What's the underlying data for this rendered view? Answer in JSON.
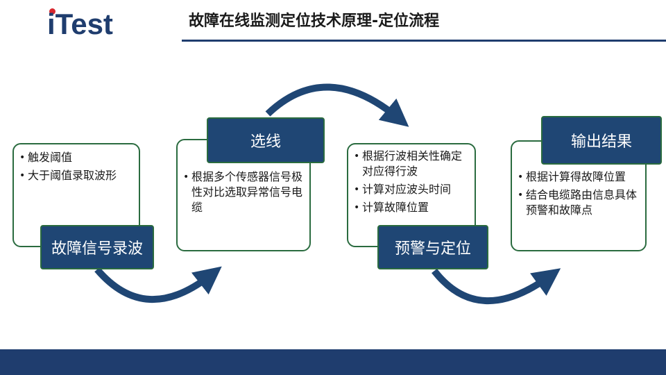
{
  "header": {
    "logo": "iTest",
    "title": "故障在线监测定位技术原理-定位流程"
  },
  "colors": {
    "brand_navy": "#1f4674",
    "logo_dot": "#d8272e",
    "card_border": "#2a6b3f",
    "footer": "#1f3d6e"
  },
  "steps": [
    {
      "label": "故障信号录波",
      "bullets": [
        "触发阈值",
        "大于阈值录取波形"
      ]
    },
    {
      "label": "选线",
      "bullets": [
        "根据多个传感器信号极性对比选取异常信号电缆"
      ]
    },
    {
      "label": "预警与定位",
      "bullets": [
        "根据行波相关性确定对应得行波",
        "计算对应波头时间",
        "计算故障位置"
      ]
    },
    {
      "label": "输出结果",
      "bullets": [
        "根据计算得故障位置",
        "结合电缆路由信息具体预警和故障点"
      ]
    }
  ]
}
